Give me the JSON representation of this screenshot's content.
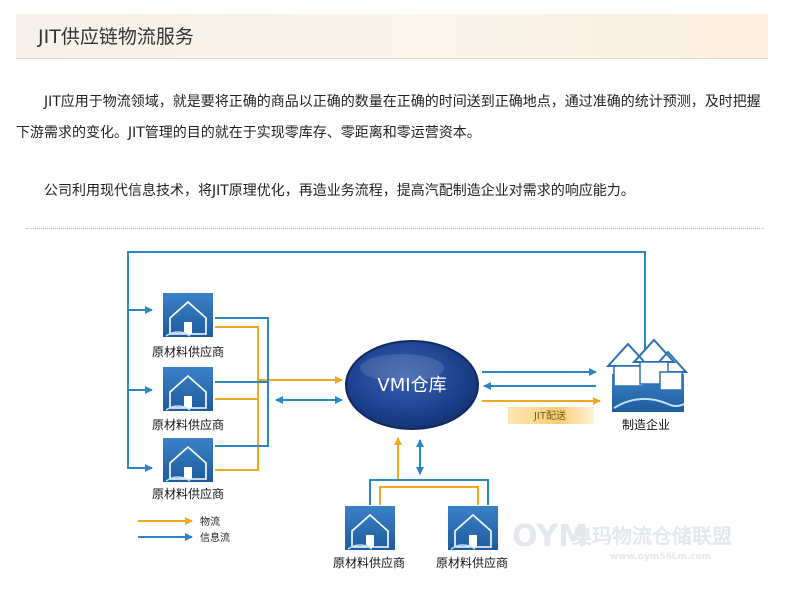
{
  "header": {
    "title": "JIT供应链物流服务"
  },
  "intro": {
    "paragraph1": "JIT应用于物流领域，就是要将正确的商品以正确的数量在正确的时间送到正确地点，通过准确的统计预测，及时把握下游需求的变化。JIT管理的目的就在于实现零库存、零距离和零运营资本。",
    "paragraph2": "公司利用现代信息技术，将JIT原理优化，再造业务流程，提高汽配制造企业对需求的响应能力。"
  },
  "diagram": {
    "suppliers": [
      {
        "label": "原材料供应商"
      },
      {
        "label": "原材料供应商"
      },
      {
        "label": "原材料供应商"
      },
      {
        "label": "原材料供应商"
      },
      {
        "label": "原材料供应商"
      }
    ],
    "vmi_label": "VMI仓库",
    "manufacturer_label": "制造企业",
    "jit_label": "JIT配送",
    "legend": {
      "material_flow": "物流",
      "info_flow": "信息流"
    },
    "colors": {
      "material": "#f0a81e",
      "info": "#2a87c4",
      "vmi": "#1b3f8c",
      "house": "#2b6fb5"
    }
  },
  "watermark": {
    "brand": "奥玛物流仓储联盟",
    "logo": "OYM",
    "url": "www.oym56Lm.com"
  }
}
